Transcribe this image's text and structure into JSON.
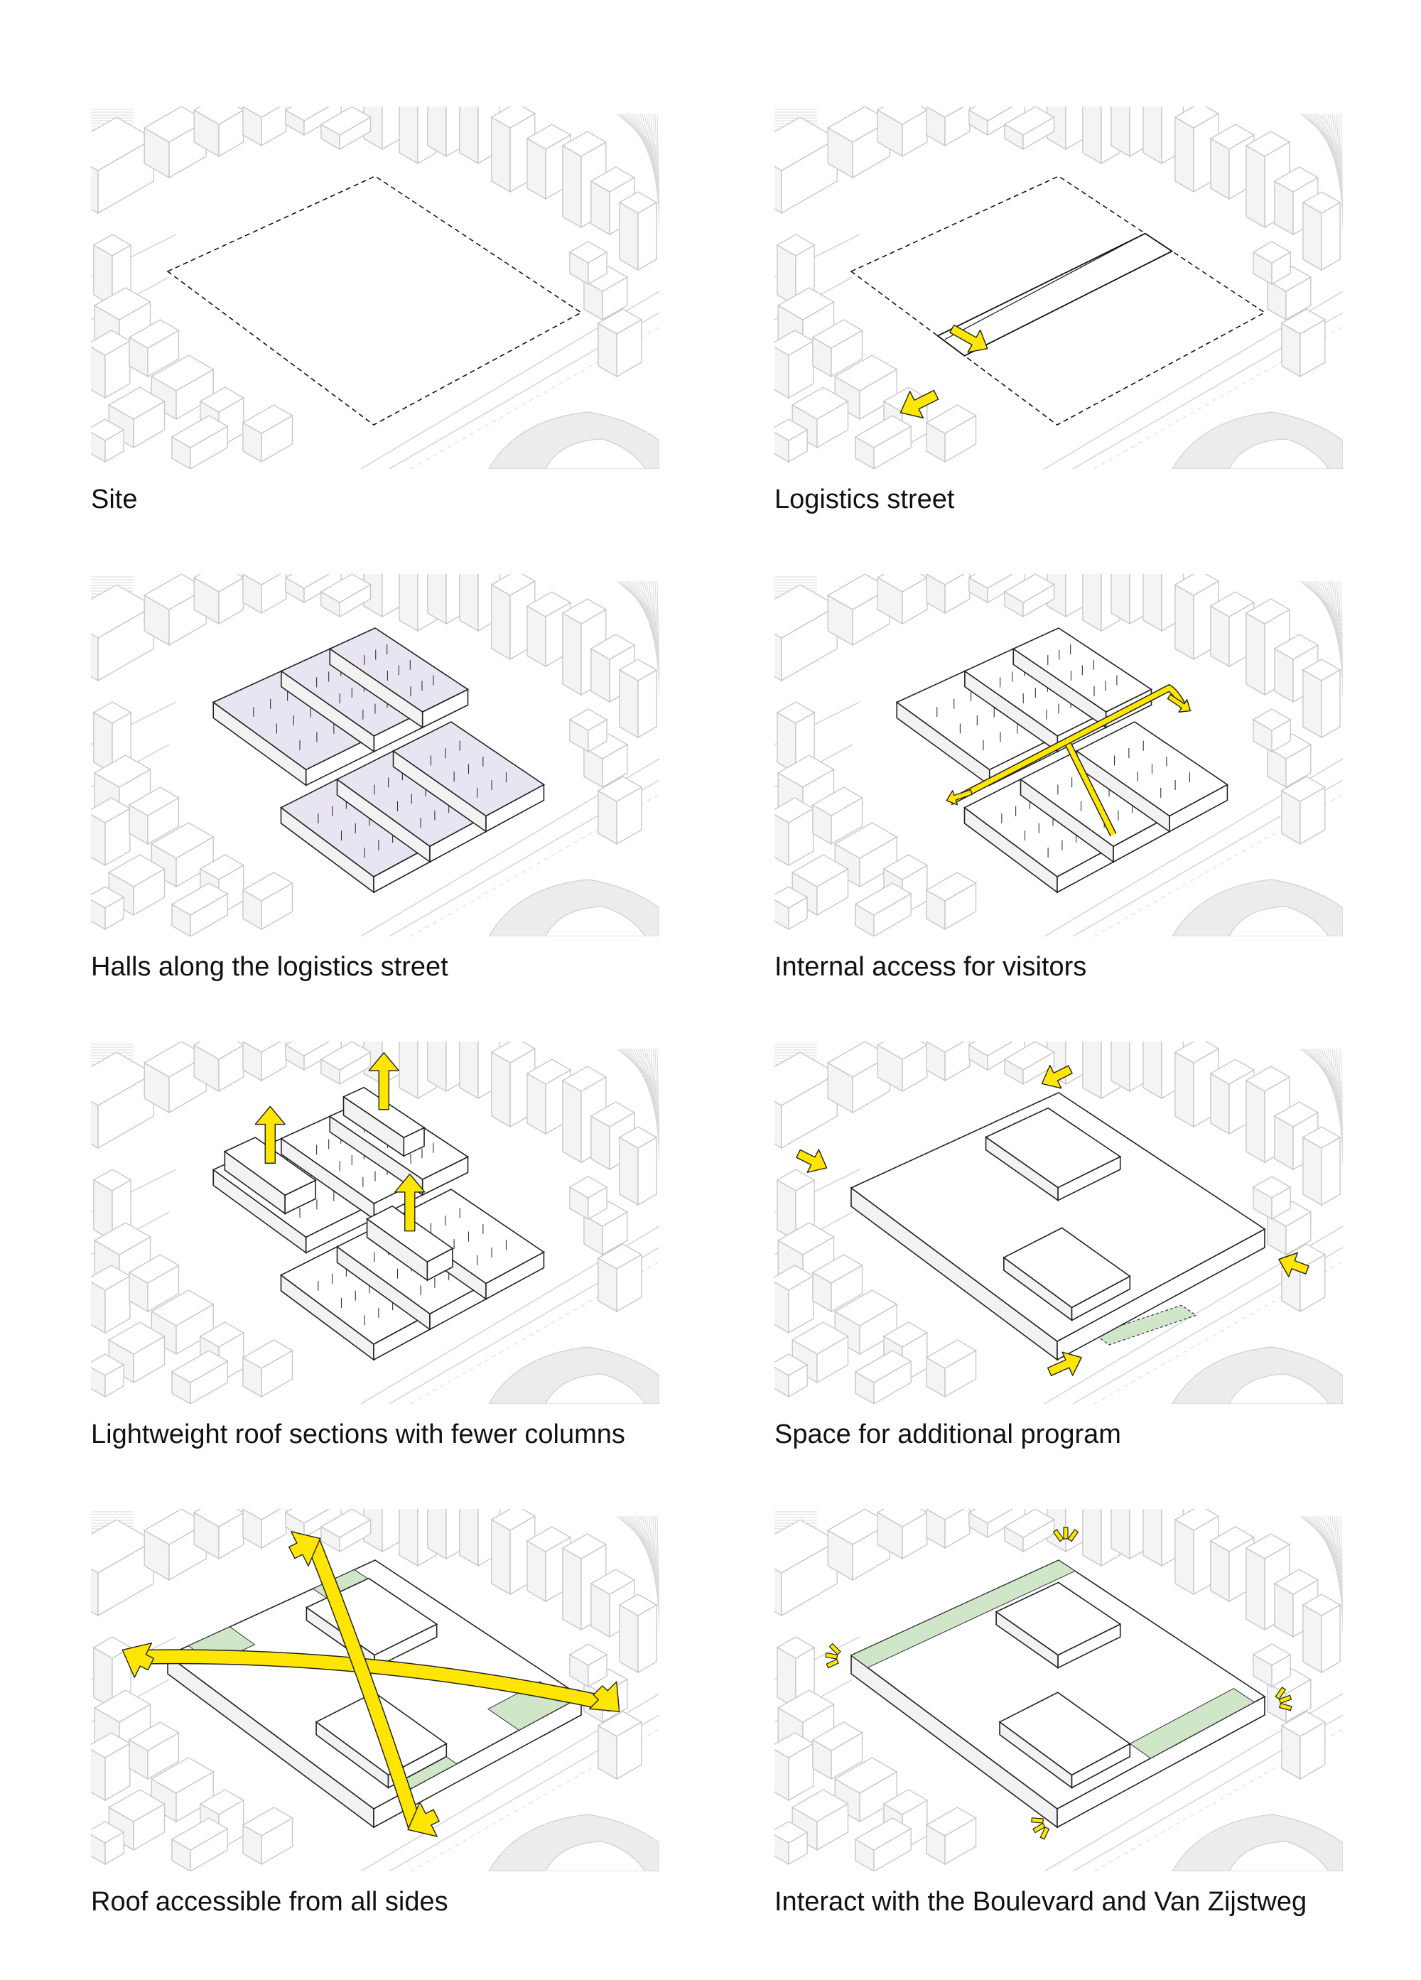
{
  "panels": [
    {
      "caption": "Site",
      "stage": "site"
    },
    {
      "caption": "Logistics street",
      "stage": "logistics"
    },
    {
      "caption": "Halls along the logistics street",
      "stage": "halls"
    },
    {
      "caption": "Internal access for visitors",
      "stage": "access"
    },
    {
      "caption": "Lightweight roof sections with fewer columns",
      "stage": "roof"
    },
    {
      "caption": "Space for additional program",
      "stage": "program"
    },
    {
      "caption": "Roof accessible from all sides",
      "stage": "roofaccess"
    },
    {
      "caption": "Interact with the Boulevard and Van Zijstweg",
      "stage": "interact"
    }
  ],
  "colors": {
    "accent_yellow": "#ffe600",
    "hall_fill": "#e9e4f1",
    "green_fill": "#cfe6c8",
    "line": "#222222",
    "context_line": "#c8c8c8"
  }
}
